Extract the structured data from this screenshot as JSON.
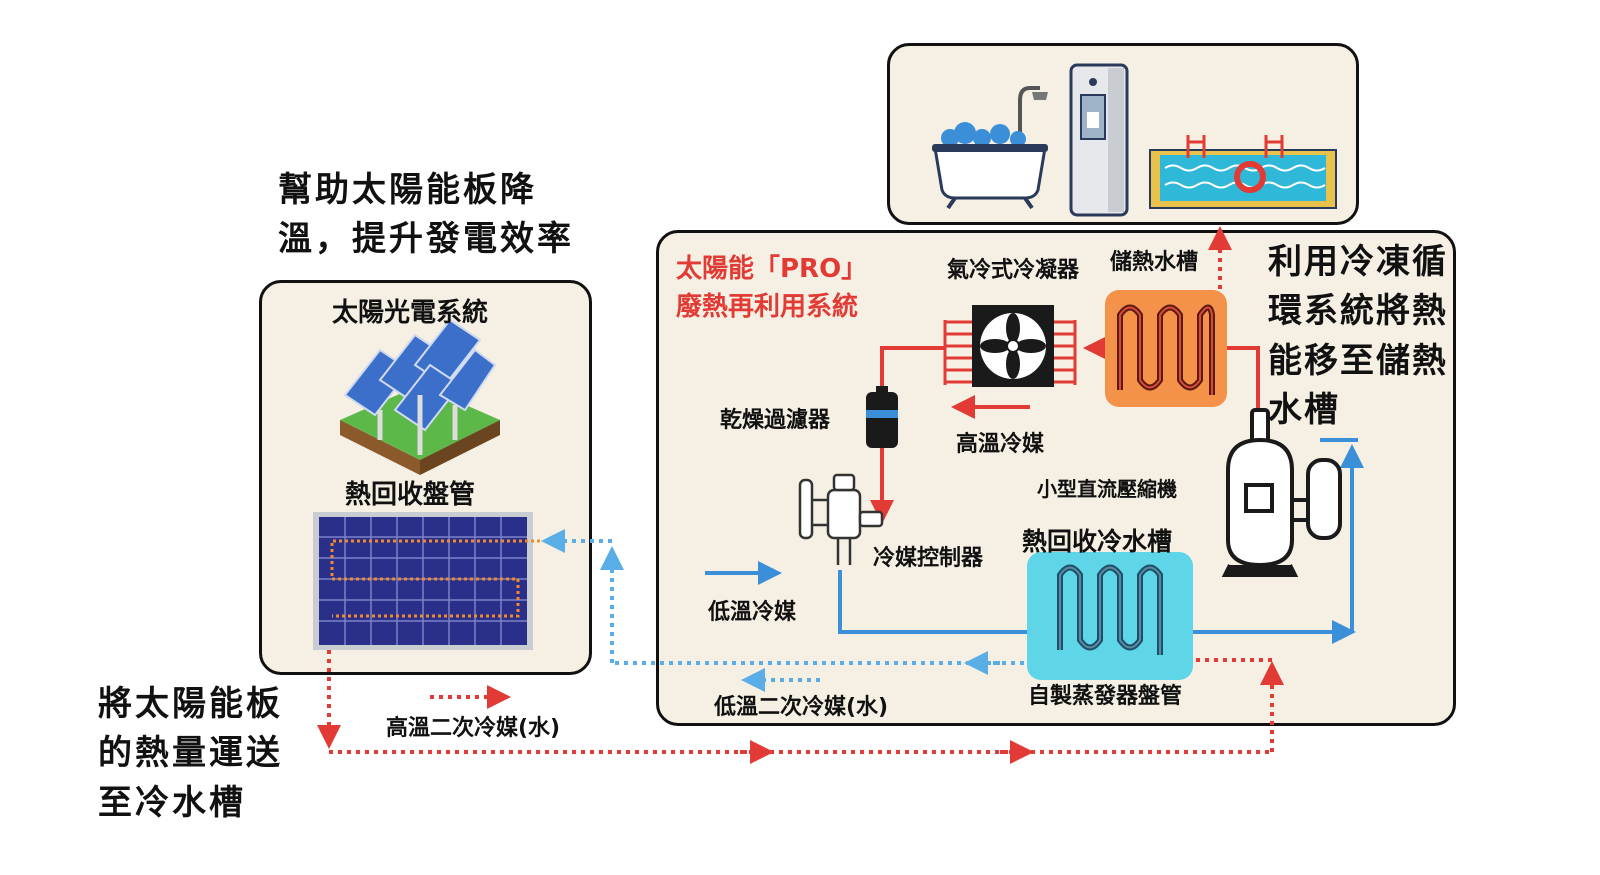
{
  "captions": {
    "cooling": "幫助太陽能板降溫，提升發電效率",
    "transport": "將太陽能板的熱量運送至冷水槽",
    "refrigeration": "利用冷凍循環系統將熱能移至儲熱水槽"
  },
  "pv_box": {
    "title": "太陽光電系統",
    "coil_label": "熱回收盤管"
  },
  "system": {
    "title_line1": "太陽能「PRO」",
    "title_line2": "廢熱再利用系統"
  },
  "components": {
    "condenser": "氣冷式冷凝器",
    "storage_tank": "儲熱水槽",
    "dryer_filter": "乾燥過濾器",
    "hot_refrigerant": "高溫冷媒",
    "compressor": "小型直流壓縮機",
    "cold_tank": "熱回收冷水槽",
    "controller": "冷媒控制器",
    "cold_refrigerant": "低溫冷媒",
    "evaporator": "自製蒸發器盤管",
    "low_temp_water": "低溫二次冷媒(水)",
    "high_temp_water": "高溫二次冷媒(水)"
  },
  "colors": {
    "hot": "#e23b36",
    "cold": "#3a8fd8",
    "cold_dotted": "#5aaee8",
    "box_fill": "#f5f0e3",
    "storage_tank_fill": "#f4924a",
    "cold_tank_fill": "#5fd6e8",
    "solar_panel": "#2a2f8a"
  },
  "icons": [
    "bathtub-icon",
    "water-dispenser-icon",
    "swimming-pool-icon",
    "solar-farm-icon",
    "solar-panel-icon",
    "condenser-fan-icon",
    "dryer-filter-icon",
    "expansion-valve-icon",
    "compressor-icon",
    "coil-icon"
  ]
}
